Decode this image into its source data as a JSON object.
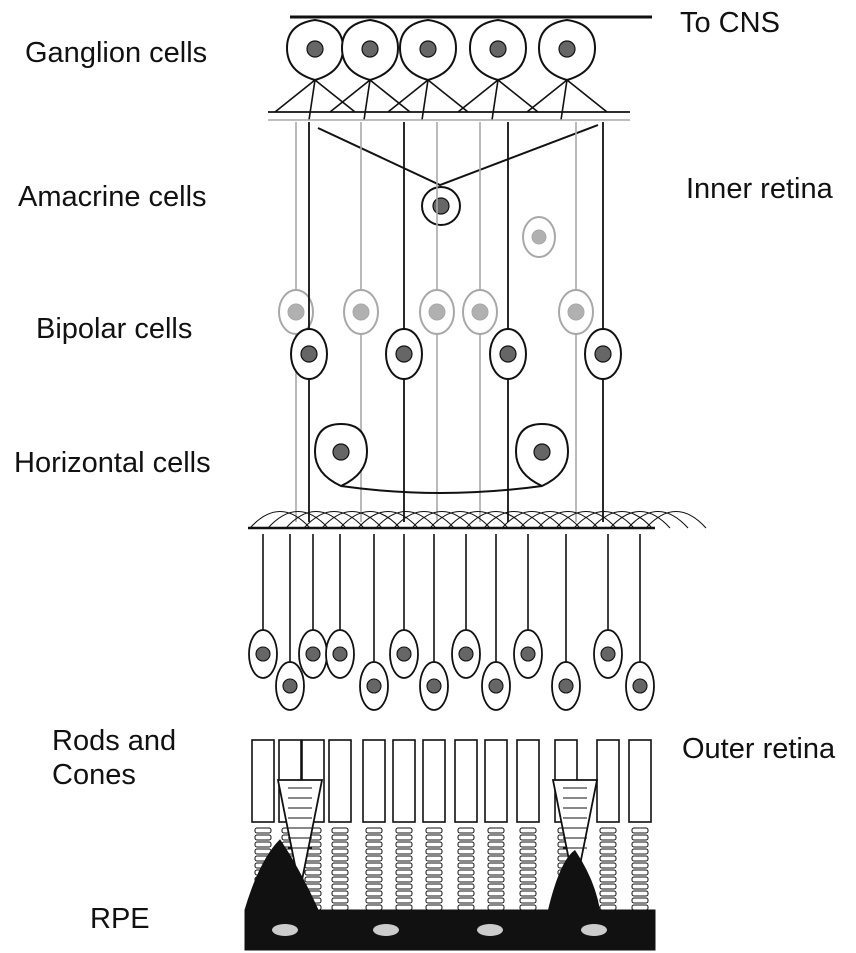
{
  "figure": {
    "labels": {
      "to_cns": "To CNS",
      "ganglion": "Ganglion cells",
      "amacrine": "Amacrine cells",
      "bipolar": "Bipolar cells",
      "horizontal": "Horizontal cells",
      "rods_cones": "Rods and\nCones",
      "rpe": "RPE",
      "inner_retina": "Inner retina",
      "outer_retina": "Outer retina"
    }
  },
  "colors": {
    "outline": "#111111",
    "nucleus_dark": "#666666",
    "nucleus_light": "#b0b0b0",
    "faded_outline": "#a8a8a8",
    "rpe_fill": "#111111",
    "rpe_nucleus": "#cccccc"
  }
}
